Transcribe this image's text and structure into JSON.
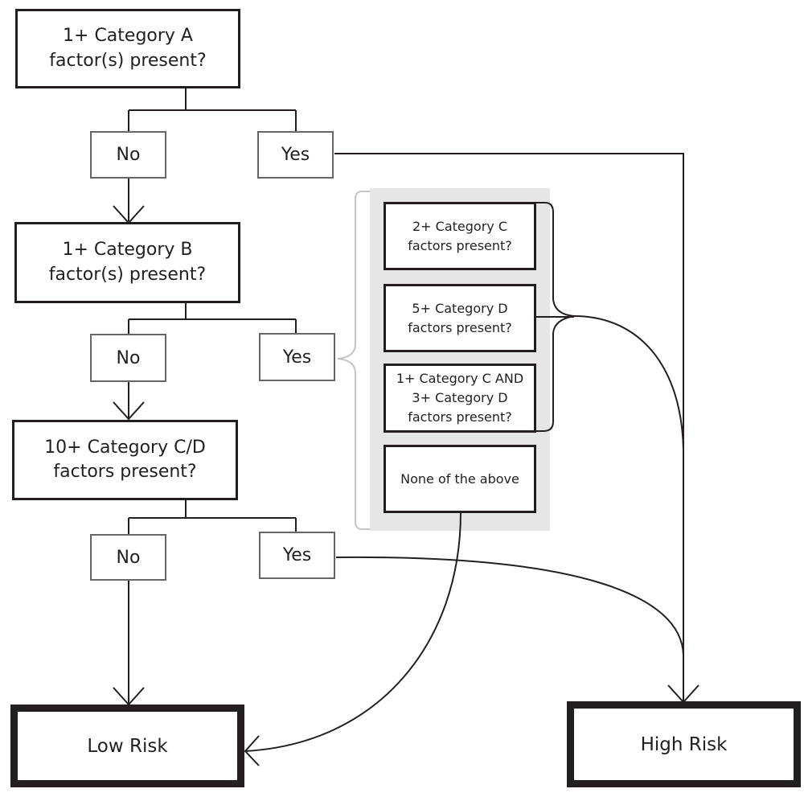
{
  "questions": {
    "cat_a": "1+ Category A factor(s) present?",
    "cat_b": "1+ Category B factor(s) present?",
    "cat_cd": "10+ Category C/D factors present?"
  },
  "answers": {
    "no": "No",
    "yes": "Yes"
  },
  "criteria": {
    "c1": "2+ Category C factors present?",
    "c2": "5+ Category D factors present?",
    "c3": "1+ Category C AND 3+ Category D factors present?",
    "none": "None of the above"
  },
  "outcomes": {
    "low": "Low Risk",
    "high": "High Risk"
  },
  "colors": {
    "line": "#231f20",
    "panel": "#e6e6e7",
    "brace": "#c4c4c4",
    "answer_border": "#666666"
  }
}
